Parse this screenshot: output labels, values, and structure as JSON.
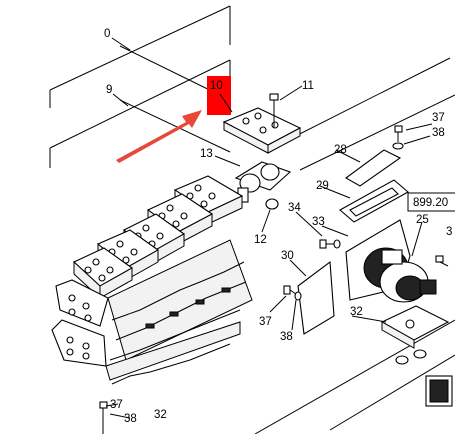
{
  "callouts": {
    "c0": "0",
    "c9": "9",
    "c10": "10",
    "c11": "11",
    "c13": "13",
    "c12": "12",
    "c37a": "37",
    "c38a": "38",
    "c28": "28",
    "c29": "29",
    "c34": "34",
    "c33": "33",
    "c25": "25",
    "c30": "30",
    "c32a": "32",
    "c37b": "37",
    "c38b": "38",
    "c37c": "37",
    "c38c": "38",
    "c32b": "32",
    "c3": "3"
  },
  "ref_box": "899.20",
  "colors": {
    "highlight": "#ff0000",
    "arrow": "#e8483a",
    "ink": "#000000"
  },
  "icons": [
    "red-arrow-icon"
  ]
}
